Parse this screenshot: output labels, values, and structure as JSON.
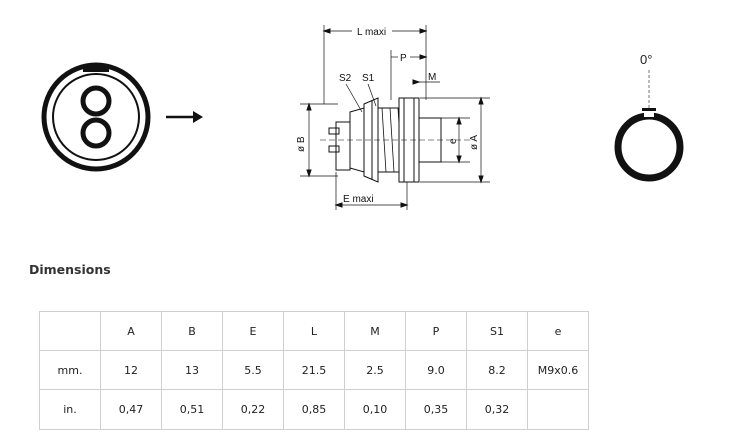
{
  "drawing": {
    "labels": {
      "l_maxi": "L maxi",
      "p": "P",
      "s2": "S2",
      "s1": "S1",
      "m": "M",
      "b": "ø B",
      "a": "ø A",
      "e_small": "e",
      "e_maxi": "E maxi"
    },
    "key_angle": "0°"
  },
  "section_title": "Dimensions",
  "table": {
    "columns": [
      "",
      "A",
      "B",
      "E",
      "L",
      "M",
      "P",
      "S1",
      "e"
    ],
    "rows": [
      {
        "unit": "mm.",
        "values": [
          "12",
          "13",
          "5.5",
          "21.5",
          "2.5",
          "9.0",
          "8.2",
          "M9x0.6"
        ]
      },
      {
        "unit": "in.",
        "values": [
          "0,47",
          "0,51",
          "0,22",
          "0,85",
          "0,10",
          "0,35",
          "0,32",
          ""
        ]
      }
    ]
  }
}
